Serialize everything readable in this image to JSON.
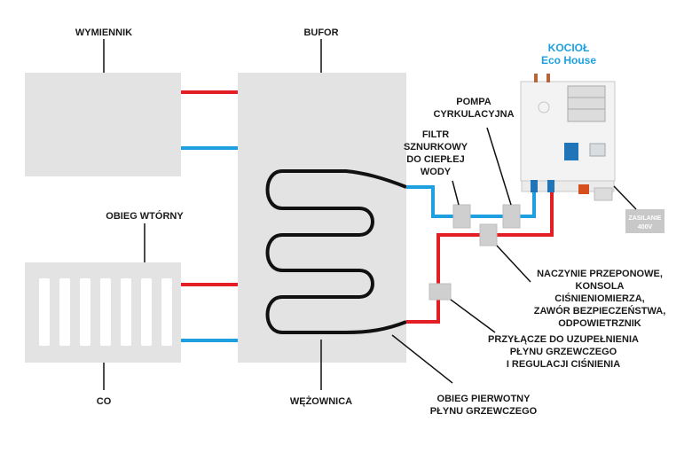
{
  "labels": {
    "wymiennik": "WYMIENNIK",
    "bufor": "BUFOR",
    "kociol_line1": "KOCIOŁ",
    "kociol_line2": "Eco House",
    "pompa_line1": "POMPA",
    "pompa_line2": "CYRKULACYJNA",
    "filtr_line1": "FILTR",
    "filtr_line2": "SZNURKOWY",
    "filtr_line3": "DO CIEPŁEJ",
    "filtr_line4": "WODY",
    "obieg_wtorny": "OBIEG WTÓRNY",
    "naczynie_line1": "NACZYNIE PRZEPONOWE,",
    "naczynie_line2": "KONSOLA",
    "naczynie_line3": "CIŚNIENIOMIERZA,",
    "naczynie_line4": "ZAWÓR BEZPIECZEŃSTWA,",
    "naczynie_line5": "ODPOWIETRZNIK",
    "przylacze_line1": "PRZYŁĄCZE DO UZUPEŁNIENIA",
    "przylacze_line2": "PŁYNU GRZEWCZEGO",
    "przylacze_line3": "I REGULACJI CIŚNIENIA",
    "co": "CO",
    "wezownica": "WĘŻOWNICA",
    "obieg_pierwotny_line1": "OBIEG PIERWOTNY",
    "obieg_pierwotny_line2": "PŁYNU GRZEWCZEGO",
    "zasilanie_line1": "ZASILANIE",
    "zasilanie_line2": "400V"
  },
  "colors": {
    "hot_pipe": "#e31e24",
    "cold_pipe": "#1ea0e0",
    "box_fill": "#e3e3e3",
    "coil": "#111111",
    "label_accent": "#1ea0e0"
  },
  "icons": {
    "boiler": "boiler-unit-icon",
    "radiator": "radiator-icon",
    "fitting": "pipe-fitting-icon"
  }
}
